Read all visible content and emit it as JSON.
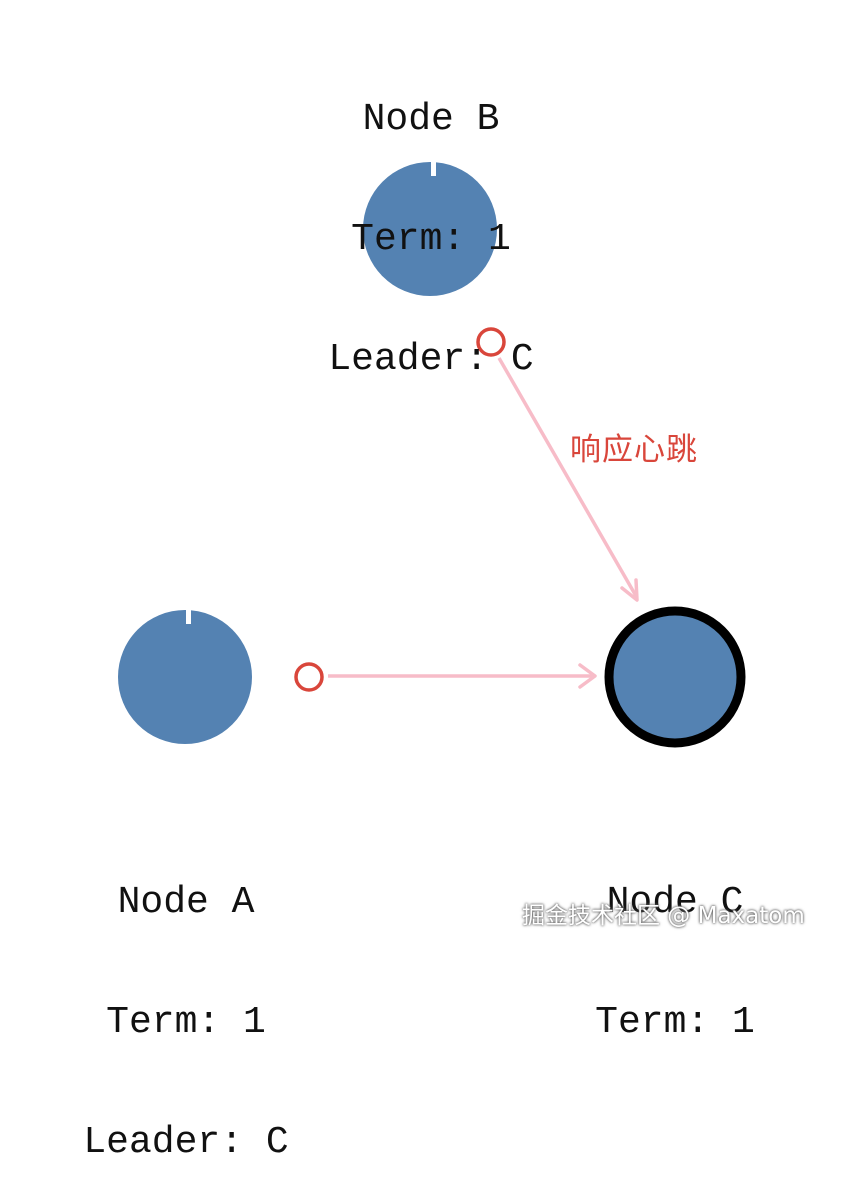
{
  "nodes": {
    "a": {
      "name": "Node A",
      "term": "Term: 1",
      "leader": "Leader: C"
    },
    "b": {
      "name": "Node B",
      "term": "Term: 1",
      "leader": "Leader: C"
    },
    "c": {
      "name": "Node C",
      "term": "Term: 1"
    }
  },
  "edges": {
    "b_to_c": {
      "label": "响应心跳"
    }
  },
  "colors": {
    "node_fill": "#5482b2",
    "leader_border": "#000000",
    "message_circle": "#d9463b",
    "arrow": "#f7bcc8"
  },
  "watermark": "掘金技术社区 @ Maxatom"
}
